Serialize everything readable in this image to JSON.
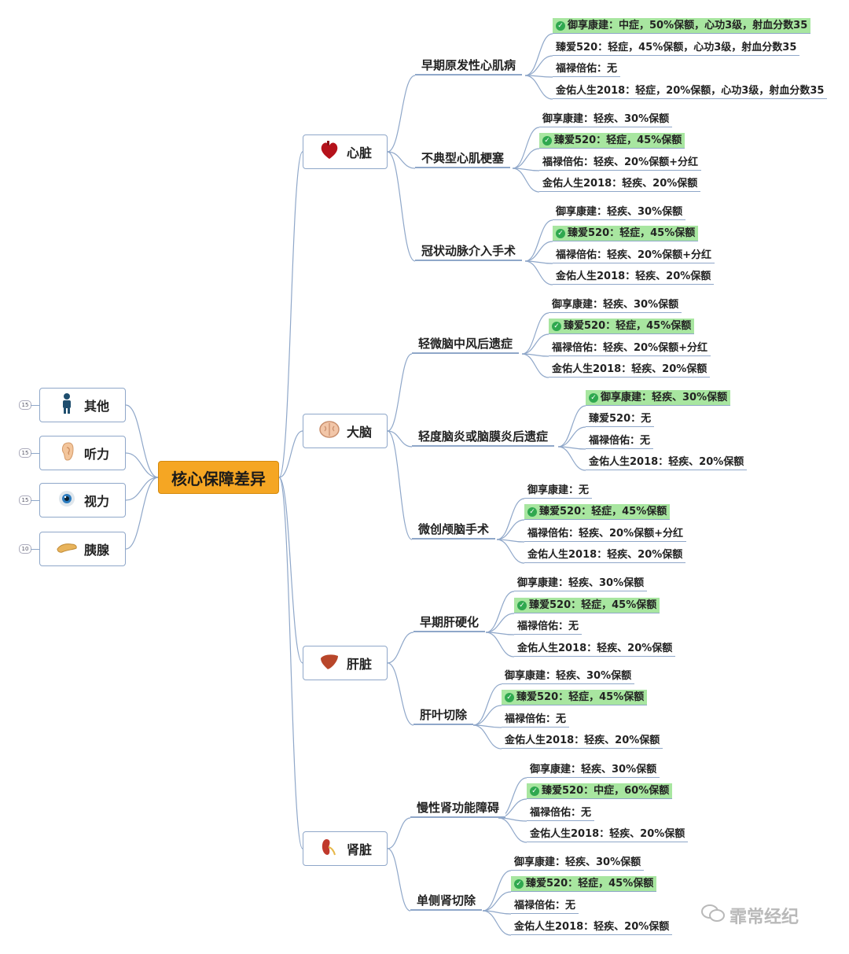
{
  "root": "核心保障差异",
  "left_branches": [
    {
      "label": "其他",
      "icon": "person-icon",
      "badge": "15"
    },
    {
      "label": "听力",
      "icon": "ear-icon",
      "badge": "15"
    },
    {
      "label": "视力",
      "icon": "eye-icon",
      "badge": "15"
    },
    {
      "label": "胰腺",
      "icon": "pancreas-icon",
      "badge": "10"
    }
  ],
  "organs": [
    {
      "label": "心脏",
      "icon": "heart-icon",
      "subs": [
        {
          "label": "早期原发性心肌病",
          "leaves": [
            {
              "text": "御享康建：中症，50%保额，心功3级，射血分数35",
              "hl": true
            },
            {
              "text": "臻爱520：轻症，45%保额，心功3级，射血分数35",
              "hl": false
            },
            {
              "text": "福禄倍佑：无",
              "hl": false
            },
            {
              "text": "金佑人生2018：轻症，20%保额，心功3级，射血分数35",
              "hl": false
            }
          ]
        },
        {
          "label": "不典型心肌梗塞",
          "leaves": [
            {
              "text": "御享康建：轻疾、30%保额",
              "hl": false
            },
            {
              "text": "臻爱520：轻症，45%保额",
              "hl": true
            },
            {
              "text": "福禄倍佑：轻疾、20%保额+分红",
              "hl": false
            },
            {
              "text": "金佑人生2018：轻疾、20%保额",
              "hl": false
            }
          ]
        },
        {
          "label": "冠状动脉介入手术",
          "leaves": [
            {
              "text": "御享康建：轻疾、30%保额",
              "hl": false
            },
            {
              "text": "臻爱520：轻症，45%保额",
              "hl": true
            },
            {
              "text": "福禄倍佑：轻疾、20%保额+分红",
              "hl": false
            },
            {
              "text": "金佑人生2018：轻疾、20%保额",
              "hl": false
            }
          ]
        }
      ]
    },
    {
      "label": "大脑",
      "icon": "brain-icon",
      "subs": [
        {
          "label": "轻微脑中风后遗症",
          "leaves": [
            {
              "text": "御享康建：轻疾、30%保额",
              "hl": false
            },
            {
              "text": "臻爱520：轻症，45%保额",
              "hl": true
            },
            {
              "text": "福禄倍佑：轻疾、20%保额+分红",
              "hl": false
            },
            {
              "text": "金佑人生2018：轻疾、20%保额",
              "hl": false
            }
          ]
        },
        {
          "label": "轻度脑炎或脑膜炎后遗症",
          "leaves": [
            {
              "text": "御享康建：轻疾、30%保额",
              "hl": true
            },
            {
              "text": "臻爱520：无",
              "hl": false
            },
            {
              "text": "福禄倍佑：无",
              "hl": false
            },
            {
              "text": "金佑人生2018：轻疾、20%保额",
              "hl": false
            }
          ]
        },
        {
          "label": "微创颅脑手术",
          "leaves": [
            {
              "text": "御享康建：无",
              "hl": false
            },
            {
              "text": "臻爱520：轻症，45%保额",
              "hl": true
            },
            {
              "text": "福禄倍佑：轻疾、20%保额+分红",
              "hl": false
            },
            {
              "text": "金佑人生2018：轻疾、20%保额",
              "hl": false
            }
          ]
        }
      ]
    },
    {
      "label": "肝脏",
      "icon": "liver-icon",
      "subs": [
        {
          "label": "早期肝硬化",
          "leaves": [
            {
              "text": "御享康建：轻疾、30%保额",
              "hl": false
            },
            {
              "text": "臻爱520：轻症，45%保额",
              "hl": true
            },
            {
              "text": "福禄倍佑：无",
              "hl": false
            },
            {
              "text": "金佑人生2018：轻疾、20%保额",
              "hl": false
            }
          ]
        },
        {
          "label": "肝叶切除",
          "leaves": [
            {
              "text": "御享康建：轻疾、30%保额",
              "hl": false
            },
            {
              "text": "臻爱520：轻症，45%保额",
              "hl": true
            },
            {
              "text": "福禄倍佑：无",
              "hl": false
            },
            {
              "text": "金佑人生2018：轻疾、20%保额",
              "hl": false
            }
          ]
        }
      ]
    },
    {
      "label": "肾脏",
      "icon": "kidney-icon",
      "subs": [
        {
          "label": "慢性肾功能障碍",
          "leaves": [
            {
              "text": "御享康建：轻疾、30%保额",
              "hl": false
            },
            {
              "text": "臻爱520：中症，60%保额",
              "hl": true
            },
            {
              "text": "福禄倍佑：无",
              "hl": false
            },
            {
              "text": "金佑人生2018：轻疾、20%保额",
              "hl": false
            }
          ]
        },
        {
          "label": "单侧肾切除",
          "leaves": [
            {
              "text": "御享康建：轻疾、30%保额",
              "hl": false
            },
            {
              "text": "臻爱520：轻症，45%保额",
              "hl": true
            },
            {
              "text": "福禄倍佑：无",
              "hl": false
            },
            {
              "text": "金佑人生2018：轻疾、20%保额",
              "hl": false
            }
          ]
        }
      ]
    }
  ],
  "watermark": "霏常经纪"
}
